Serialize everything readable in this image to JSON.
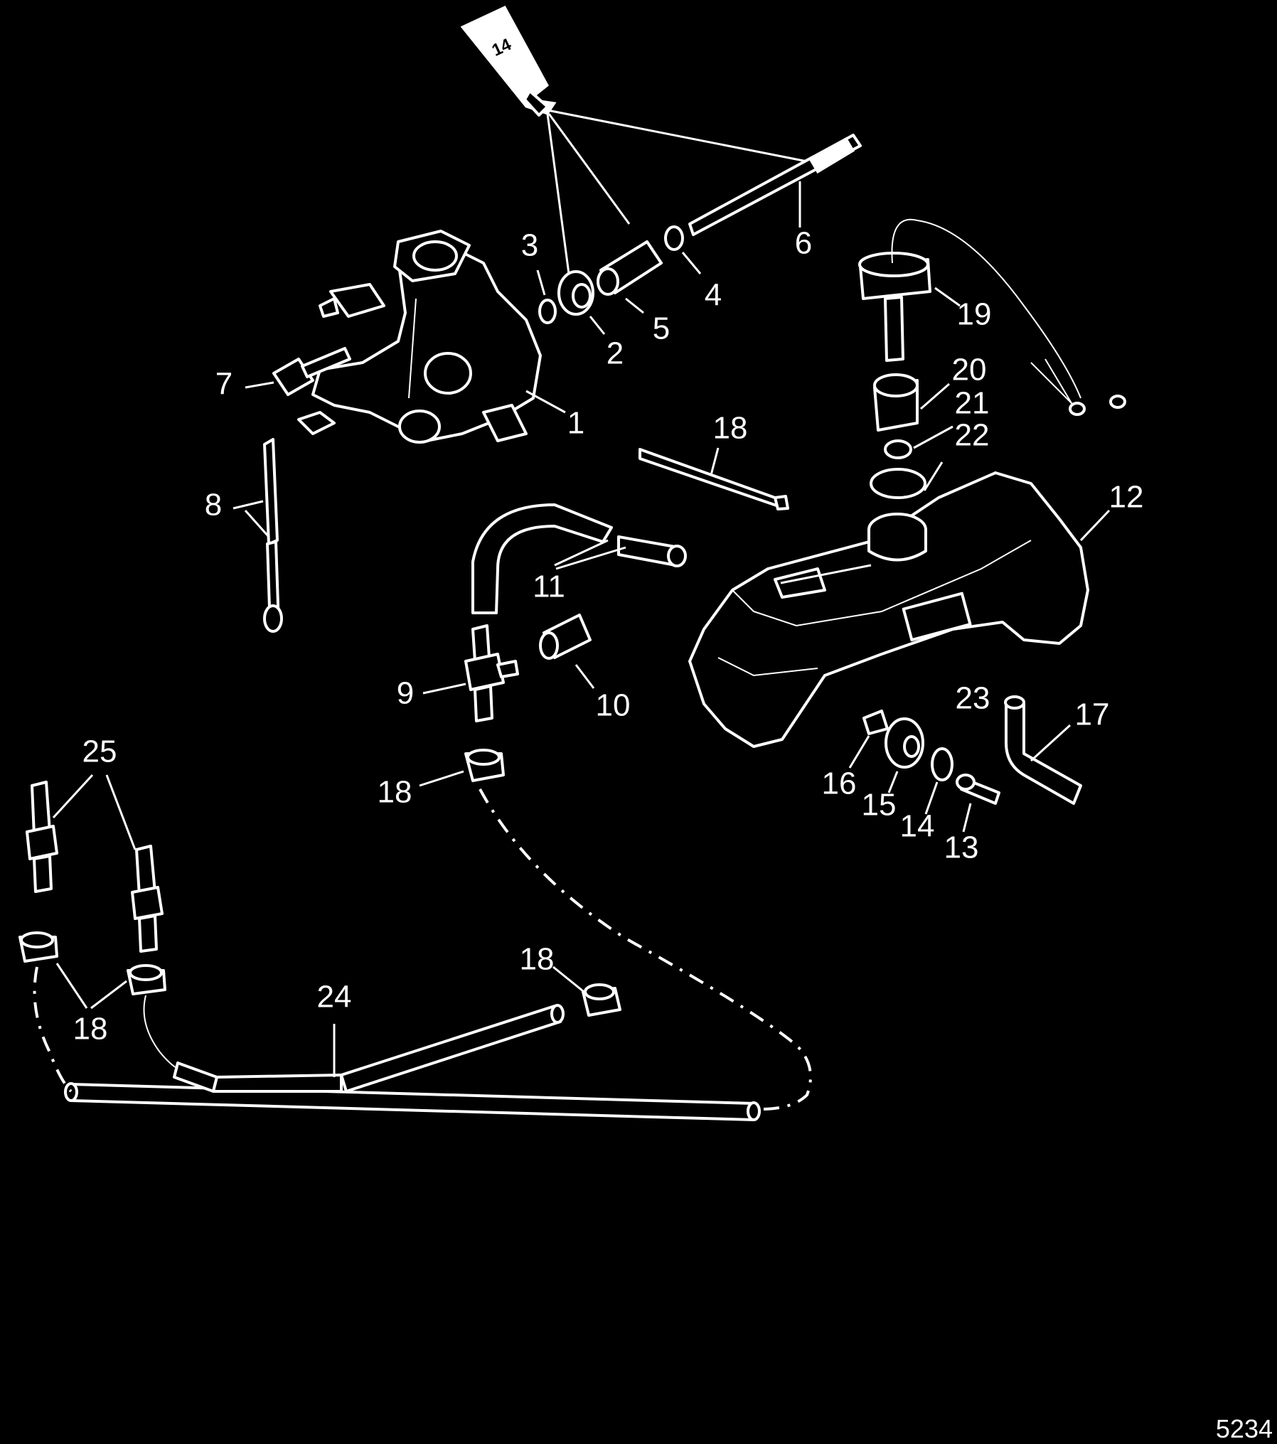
{
  "figure_id": "5234",
  "callouts": [
    {
      "label": "1"
    },
    {
      "label": "2"
    },
    {
      "label": "3"
    },
    {
      "label": "4"
    },
    {
      "label": "5"
    },
    {
      "label": "6"
    },
    {
      "label": "7"
    },
    {
      "label": "8"
    },
    {
      "label": "9"
    },
    {
      "label": "10"
    },
    {
      "label": "11"
    },
    {
      "label": "12"
    },
    {
      "label": "13"
    },
    {
      "label": "14"
    },
    {
      "label": "15"
    },
    {
      "label": "16"
    },
    {
      "label": "17"
    },
    {
      "label": "18"
    },
    {
      "label": "18"
    },
    {
      "label": "18"
    },
    {
      "label": "18"
    },
    {
      "label": "19"
    },
    {
      "label": "20"
    },
    {
      "label": "21"
    },
    {
      "label": "22"
    },
    {
      "label": "23"
    },
    {
      "label": "24"
    },
    {
      "label": "25"
    }
  ],
  "tube_label": "14"
}
